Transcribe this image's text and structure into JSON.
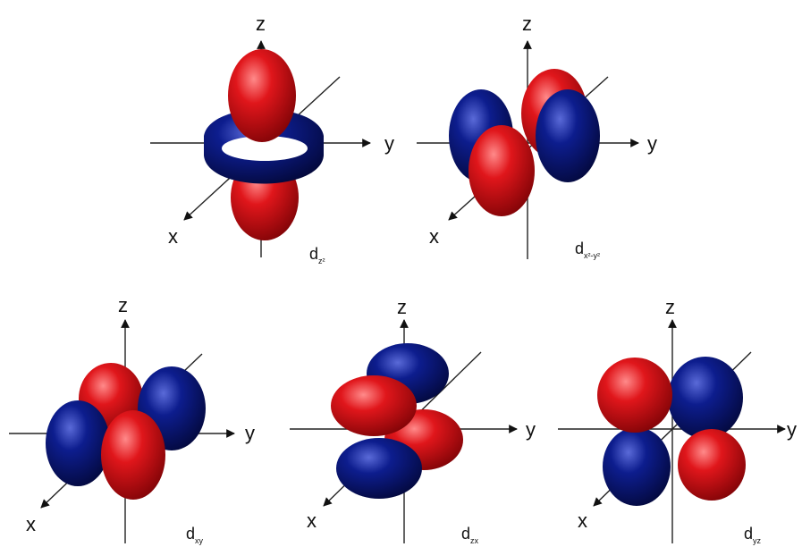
{
  "colors": {
    "positive_lobe": "#d81418",
    "negative_lobe": "#0b1a80",
    "axis": "#222222",
    "background": "#ffffff"
  },
  "axis_labels": {
    "x": "x",
    "y": "y",
    "z": "z"
  },
  "orbitals": [
    {
      "name": "d",
      "subscript": "z²"
    },
    {
      "name": "d",
      "subscript": "x²-y²"
    },
    {
      "name": "d",
      "subscript": "xy"
    },
    {
      "name": "d",
      "subscript": "zx"
    },
    {
      "name": "d",
      "subscript": "yz"
    }
  ]
}
